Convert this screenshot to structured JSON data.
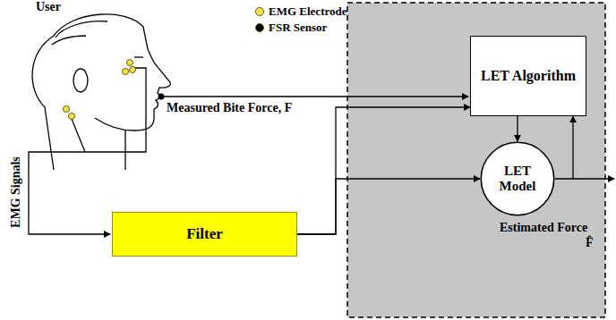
{
  "diagram": {
    "nodes": [
      {
        "text": [
          "LET Algorithm"
        ]
      },
      {
        "text": [
          "LET Model"
        ]
      },
      {
        "text": [
          "Filter"
        ]
      }
    ],
    "edges": [
      {
        "from": 2,
        "to": 1,
        "arrow": "to"
      },
      {
        "from": 2,
        "to": 0,
        "arrow": "to"
      },
      {
        "from": 0,
        "to": 1,
        "arrow": "to"
      },
      {
        "from": 1,
        "to": 0,
        "arrow": "to"
      }
    ],
    "labels": [
      "User",
      "Measured Bite Force, F",
      "EMG Signals",
      "Estimated Force",
      "F̂"
    ],
    "legend": [
      {
        "text": "EMG Electrode",
        "color": "#f2e34c"
      },
      {
        "text": "FSR Sensor",
        "color": "#000000"
      }
    ]
  }
}
